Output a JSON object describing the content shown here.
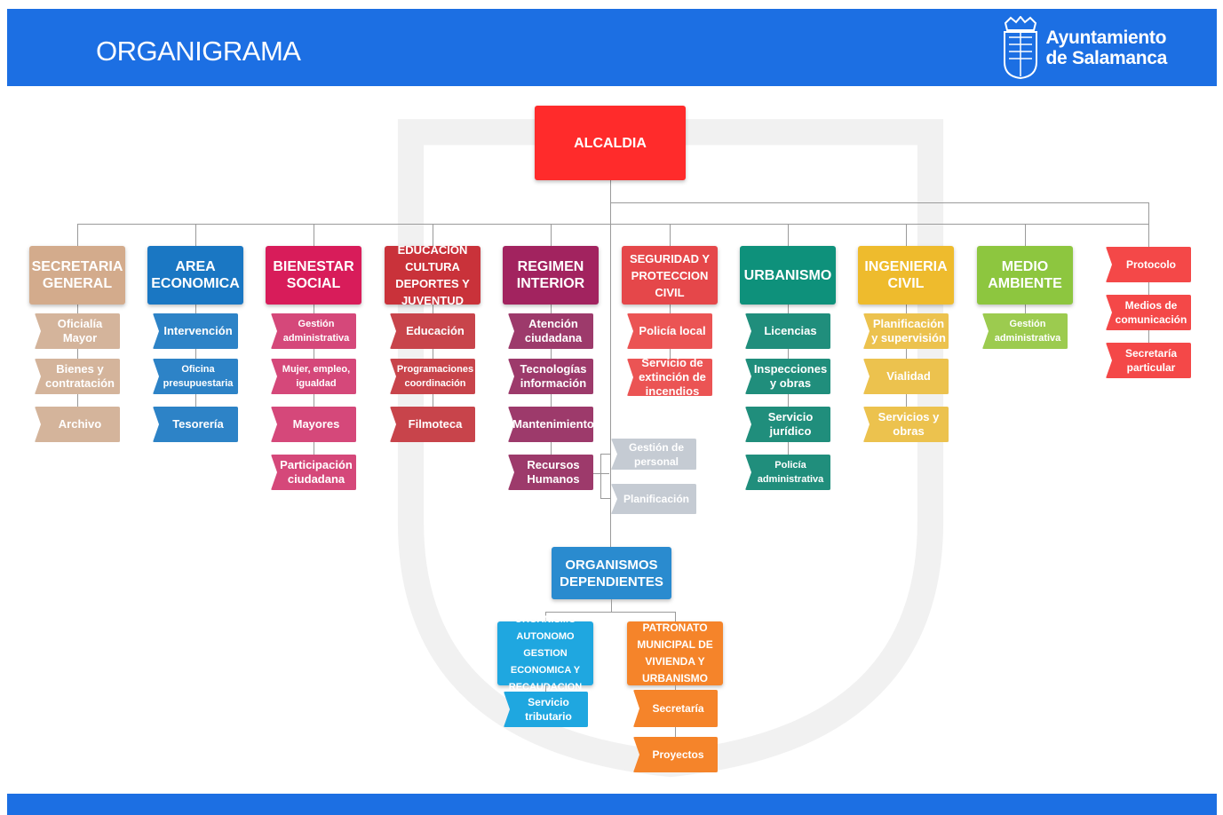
{
  "header": {
    "title": "ORGANIGRAMA",
    "logo_text": [
      "Ayuntamiento",
      "de Salamanca"
    ]
  },
  "root": {
    "label": "ALCALDIA",
    "color": "#ff2b2b"
  },
  "departments": [
    {
      "label": "SECRETARIA\nGENERAL",
      "color": "#d3ab8c",
      "child_color": "#d4b49b",
      "children": [
        "Oficialía\nMayor",
        "Bienes y\ncontratación",
        "Archivo"
      ]
    },
    {
      "label": "AREA\nECONOMICA",
      "color": "#1a77c3",
      "child_color": "#2d83c7",
      "children": [
        "Intervención",
        "Oficina\npresupuestaria",
        "Tesorería"
      ]
    },
    {
      "label": "BIENESTAR\nSOCIAL",
      "color": "#d81c5a",
      "child_color": "#d5487a",
      "children": [
        "Gestión\nadministrativa",
        "Mujer, empleo,\nigualdad",
        "Mayores",
        "Participación\nciudadana"
      ]
    },
    {
      "label": "EDUCACION\nCULTURA\nDEPORTES Y\nJUVENTUD",
      "color": "#c9323a",
      "child_color": "#c8444b",
      "children": [
        "Educación",
        "Programaciones\ncoordinación",
        "Filmoteca"
      ]
    },
    {
      "label": "REGIMEN\nINTERIOR",
      "color": "#a2235f",
      "child_color": "#9d3a6b",
      "children": [
        "Atención\nciudadana",
        "Tecnologías\ninformación",
        "Mantenimiento",
        "Recursos\nHumanos"
      ],
      "sub": {
        "color": "#c5cbd3",
        "items": [
          "Gestión de\npersonal",
          "Planificación"
        ]
      }
    },
    {
      "label": "SEGURIDAD Y\nPROTECCION\nCIVIL",
      "color": "#e5474a",
      "child_color": "#eb5454",
      "children": [
        "Policía local",
        "Servicio de\nextinción de\nincendios"
      ]
    },
    {
      "label": "URBANISMO",
      "color": "#0e917b",
      "child_color": "#208e7c",
      "children": [
        "Licencias",
        "Inspecciones\ny obras",
        "Servicio\njurídico",
        "Policía\nadministrativa"
      ]
    },
    {
      "label": "INGENIERIA\nCIVIL",
      "color": "#eebb2d",
      "child_color": "#ecc24e",
      "children": [
        "Planificación\ny supervisión",
        "Vialidad",
        "Servicios y\nobras"
      ]
    },
    {
      "label": "MEDIO\nAMBIENTE",
      "color": "#8dc63f",
      "child_color": "#9ccb4f",
      "children": [
        "Gestión\nadministrativa"
      ]
    }
  ],
  "direct": {
    "color": "#f44848",
    "items": [
      "Protocolo",
      "Medios de\ncomunicación",
      "Secretaría\nparticular"
    ]
  },
  "organismos": {
    "label": "ORGANISMOS\nDEPENDIENTES",
    "color": "#2a8bcf",
    "units": [
      {
        "label": "ORGANISMO\nAUTONOMO\nGESTION\nECONOMICA Y\nRECAUDACION",
        "color": "#1fa7e0",
        "children": [
          "Servicio\ntributario"
        ]
      },
      {
        "label": "PATRONATO\nMUNICIPAL DE\nVIVIENDA Y\nURBANISMO",
        "color": "#f5842a",
        "children": [
          "Secretaría",
          "Proyectos"
        ]
      }
    ]
  }
}
